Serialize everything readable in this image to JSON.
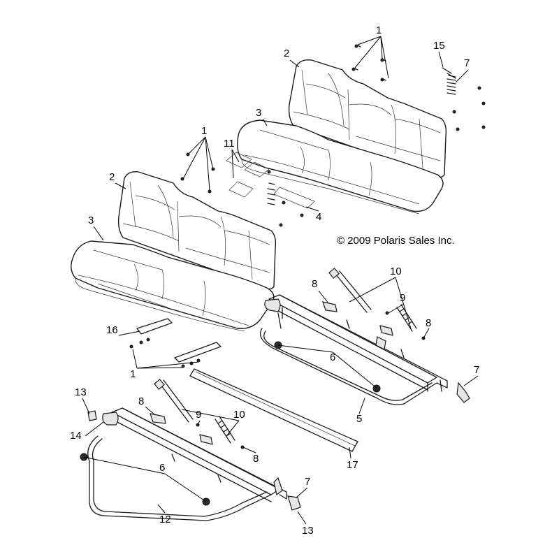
{
  "copyright": "© 2009 Polaris Sales Inc.",
  "callouts": [
    {
      "id": "c1a",
      "text": "1"
    },
    {
      "id": "c2a",
      "text": "2"
    },
    {
      "id": "c3a",
      "text": "3"
    },
    {
      "id": "c15",
      "text": "15"
    },
    {
      "id": "c7a",
      "text": "7"
    },
    {
      "id": "c11",
      "text": "11"
    },
    {
      "id": "c1b",
      "text": "1"
    },
    {
      "id": "c2b",
      "text": "2"
    },
    {
      "id": "c3b",
      "text": "3"
    },
    {
      "id": "c4",
      "text": "4"
    },
    {
      "id": "c10a",
      "text": "10"
    },
    {
      "id": "c8a",
      "text": "8"
    },
    {
      "id": "c9a",
      "text": "9"
    },
    {
      "id": "c8b",
      "text": "8"
    },
    {
      "id": "c16",
      "text": "16"
    },
    {
      "id": "c6a",
      "text": "6"
    },
    {
      "id": "c7b",
      "text": "7"
    },
    {
      "id": "c1c",
      "text": "1"
    },
    {
      "id": "c5",
      "text": "5"
    },
    {
      "id": "c13a",
      "text": "13"
    },
    {
      "id": "c8c",
      "text": "8"
    },
    {
      "id": "c9b",
      "text": "9"
    },
    {
      "id": "c10b",
      "text": "10"
    },
    {
      "id": "c14",
      "text": "14"
    },
    {
      "id": "c8d",
      "text": "8"
    },
    {
      "id": "c17",
      "text": "17"
    },
    {
      "id": "c6b",
      "text": "6"
    },
    {
      "id": "c7c",
      "text": "7"
    },
    {
      "id": "c12",
      "text": "12"
    },
    {
      "id": "c13b",
      "text": "13"
    }
  ]
}
